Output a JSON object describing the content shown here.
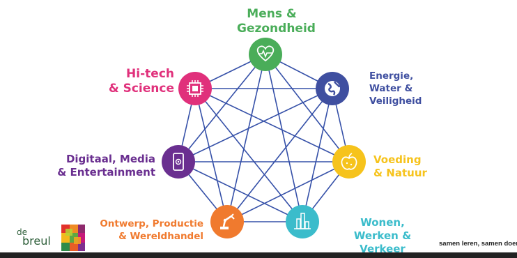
{
  "nodes": [
    {
      "id": "mens",
      "label": "Mens &\nGezondheid",
      "color": "#4aad59",
      "icon": "heart-pulse-icon"
    },
    {
      "id": "energie",
      "label": "Energie,\nWater &\nVeiligheid",
      "color": "#3f4fa0",
      "icon": "globe-icon"
    },
    {
      "id": "voeding",
      "label": "Voeding\n& Natuur",
      "color": "#f6c31c",
      "icon": "apple-icon"
    },
    {
      "id": "wonen",
      "label": "Wonen,\nWerken & Verkeer",
      "color": "#3bbccb",
      "icon": "city-icon"
    },
    {
      "id": "ontwerp",
      "label": "Ontwerp, Productie\n& Wereldhandel",
      "color": "#f07a2e",
      "icon": "robot-arm-icon"
    },
    {
      "id": "digitaal",
      "label": "Digitaal, Media\n& Entertainment",
      "color": "#6a2f90",
      "icon": "smartphone-icon"
    },
    {
      "id": "hitech",
      "label": "Hi-tech\n& Science",
      "color": "#e0307b",
      "icon": "chip-icon"
    }
  ],
  "line_color": "#3550a8",
  "logo": {
    "de": "de",
    "breul": "breul"
  },
  "tagline": "samen leren, samen doen."
}
